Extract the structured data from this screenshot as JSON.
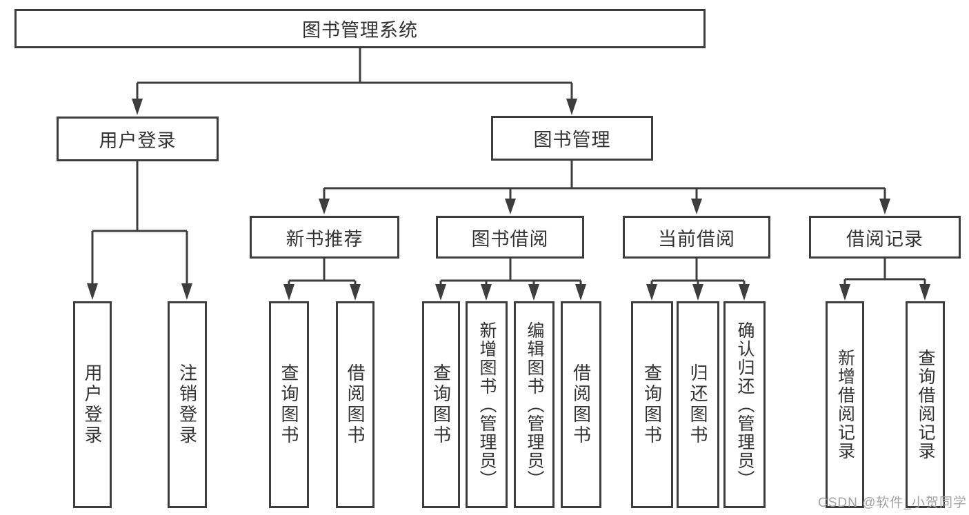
{
  "diagram": {
    "title": "图书管理系统",
    "children": [
      {
        "label": "用户登录",
        "children": [
          {
            "label": "用户登录"
          },
          {
            "label": "注销登录"
          }
        ]
      },
      {
        "label": "图书管理",
        "children": [
          {
            "label": "新书推荐",
            "children": [
              {
                "label": "查询图书"
              },
              {
                "label": "借阅图书"
              }
            ]
          },
          {
            "label": "图书借阅",
            "children": [
              {
                "label": "查询图书"
              },
              {
                "label": "新增图书（管理员）"
              },
              {
                "label": "编辑图书（管理员）"
              },
              {
                "label": "借阅图书"
              }
            ]
          },
          {
            "label": "当前借阅",
            "children": [
              {
                "label": "查询图书"
              },
              {
                "label": "归还图书"
              },
              {
                "label": "确认归还（管理员）"
              }
            ]
          },
          {
            "label": "借阅记录",
            "children": [
              {
                "label": "新增借阅记录"
              },
              {
                "label": "查询借阅记录"
              }
            ]
          }
        ]
      }
    ]
  },
  "watermark": {
    "text": "CSDN @软件_小贺同学"
  },
  "colors": {
    "line": "#3d3d3d",
    "text": "#333333",
    "watermark": "#a2a2a2",
    "background": "#ffffff"
  }
}
